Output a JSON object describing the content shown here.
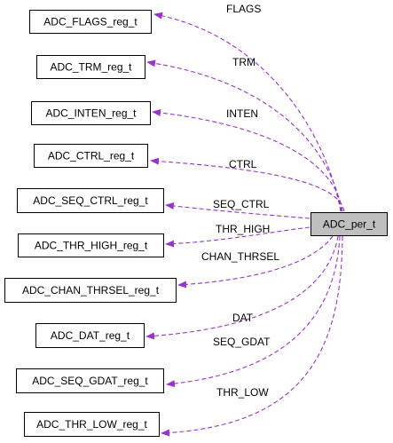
{
  "diagram": {
    "main_node": "ADC_per_t",
    "edge_color": "#9a32cd",
    "nodes": [
      {
        "id": "flags",
        "label": "ADC_FLAGS_reg_t"
      },
      {
        "id": "trm",
        "label": "ADC_TRM_reg_t"
      },
      {
        "id": "inten",
        "label": "ADC_INTEN_reg_t"
      },
      {
        "id": "ctrl",
        "label": "ADC_CTRL_reg_t"
      },
      {
        "id": "seq_ctrl",
        "label": "ADC_SEQ_CTRL_reg_t"
      },
      {
        "id": "thr_high",
        "label": "ADC_THR_HIGH_reg_t"
      },
      {
        "id": "chan_thrsel",
        "label": "ADC_CHAN_THRSEL_reg_t"
      },
      {
        "id": "dat",
        "label": "ADC_DAT_reg_t"
      },
      {
        "id": "seq_gdat",
        "label": "ADC_SEQ_GDAT_reg_t"
      },
      {
        "id": "thr_low",
        "label": "ADC_THR_LOW_reg_t"
      }
    ],
    "edges": [
      {
        "from": "ADC_per_t",
        "to": "flags",
        "label": "FLAGS"
      },
      {
        "from": "ADC_per_t",
        "to": "trm",
        "label": "TRM"
      },
      {
        "from": "ADC_per_t",
        "to": "inten",
        "label": "INTEN"
      },
      {
        "from": "ADC_per_t",
        "to": "ctrl",
        "label": "CTRL"
      },
      {
        "from": "ADC_per_t",
        "to": "seq_ctrl",
        "label": "SEQ_CTRL"
      },
      {
        "from": "ADC_per_t",
        "to": "thr_high",
        "label": "THR_HIGH"
      },
      {
        "from": "ADC_per_t",
        "to": "chan_thrsel",
        "label": "CHAN_THRSEL"
      },
      {
        "from": "ADC_per_t",
        "to": "dat",
        "label": "DAT"
      },
      {
        "from": "ADC_per_t",
        "to": "seq_gdat",
        "label": "SEQ_GDAT"
      },
      {
        "from": "ADC_per_t",
        "to": "thr_low",
        "label": "THR_LOW"
      }
    ]
  }
}
